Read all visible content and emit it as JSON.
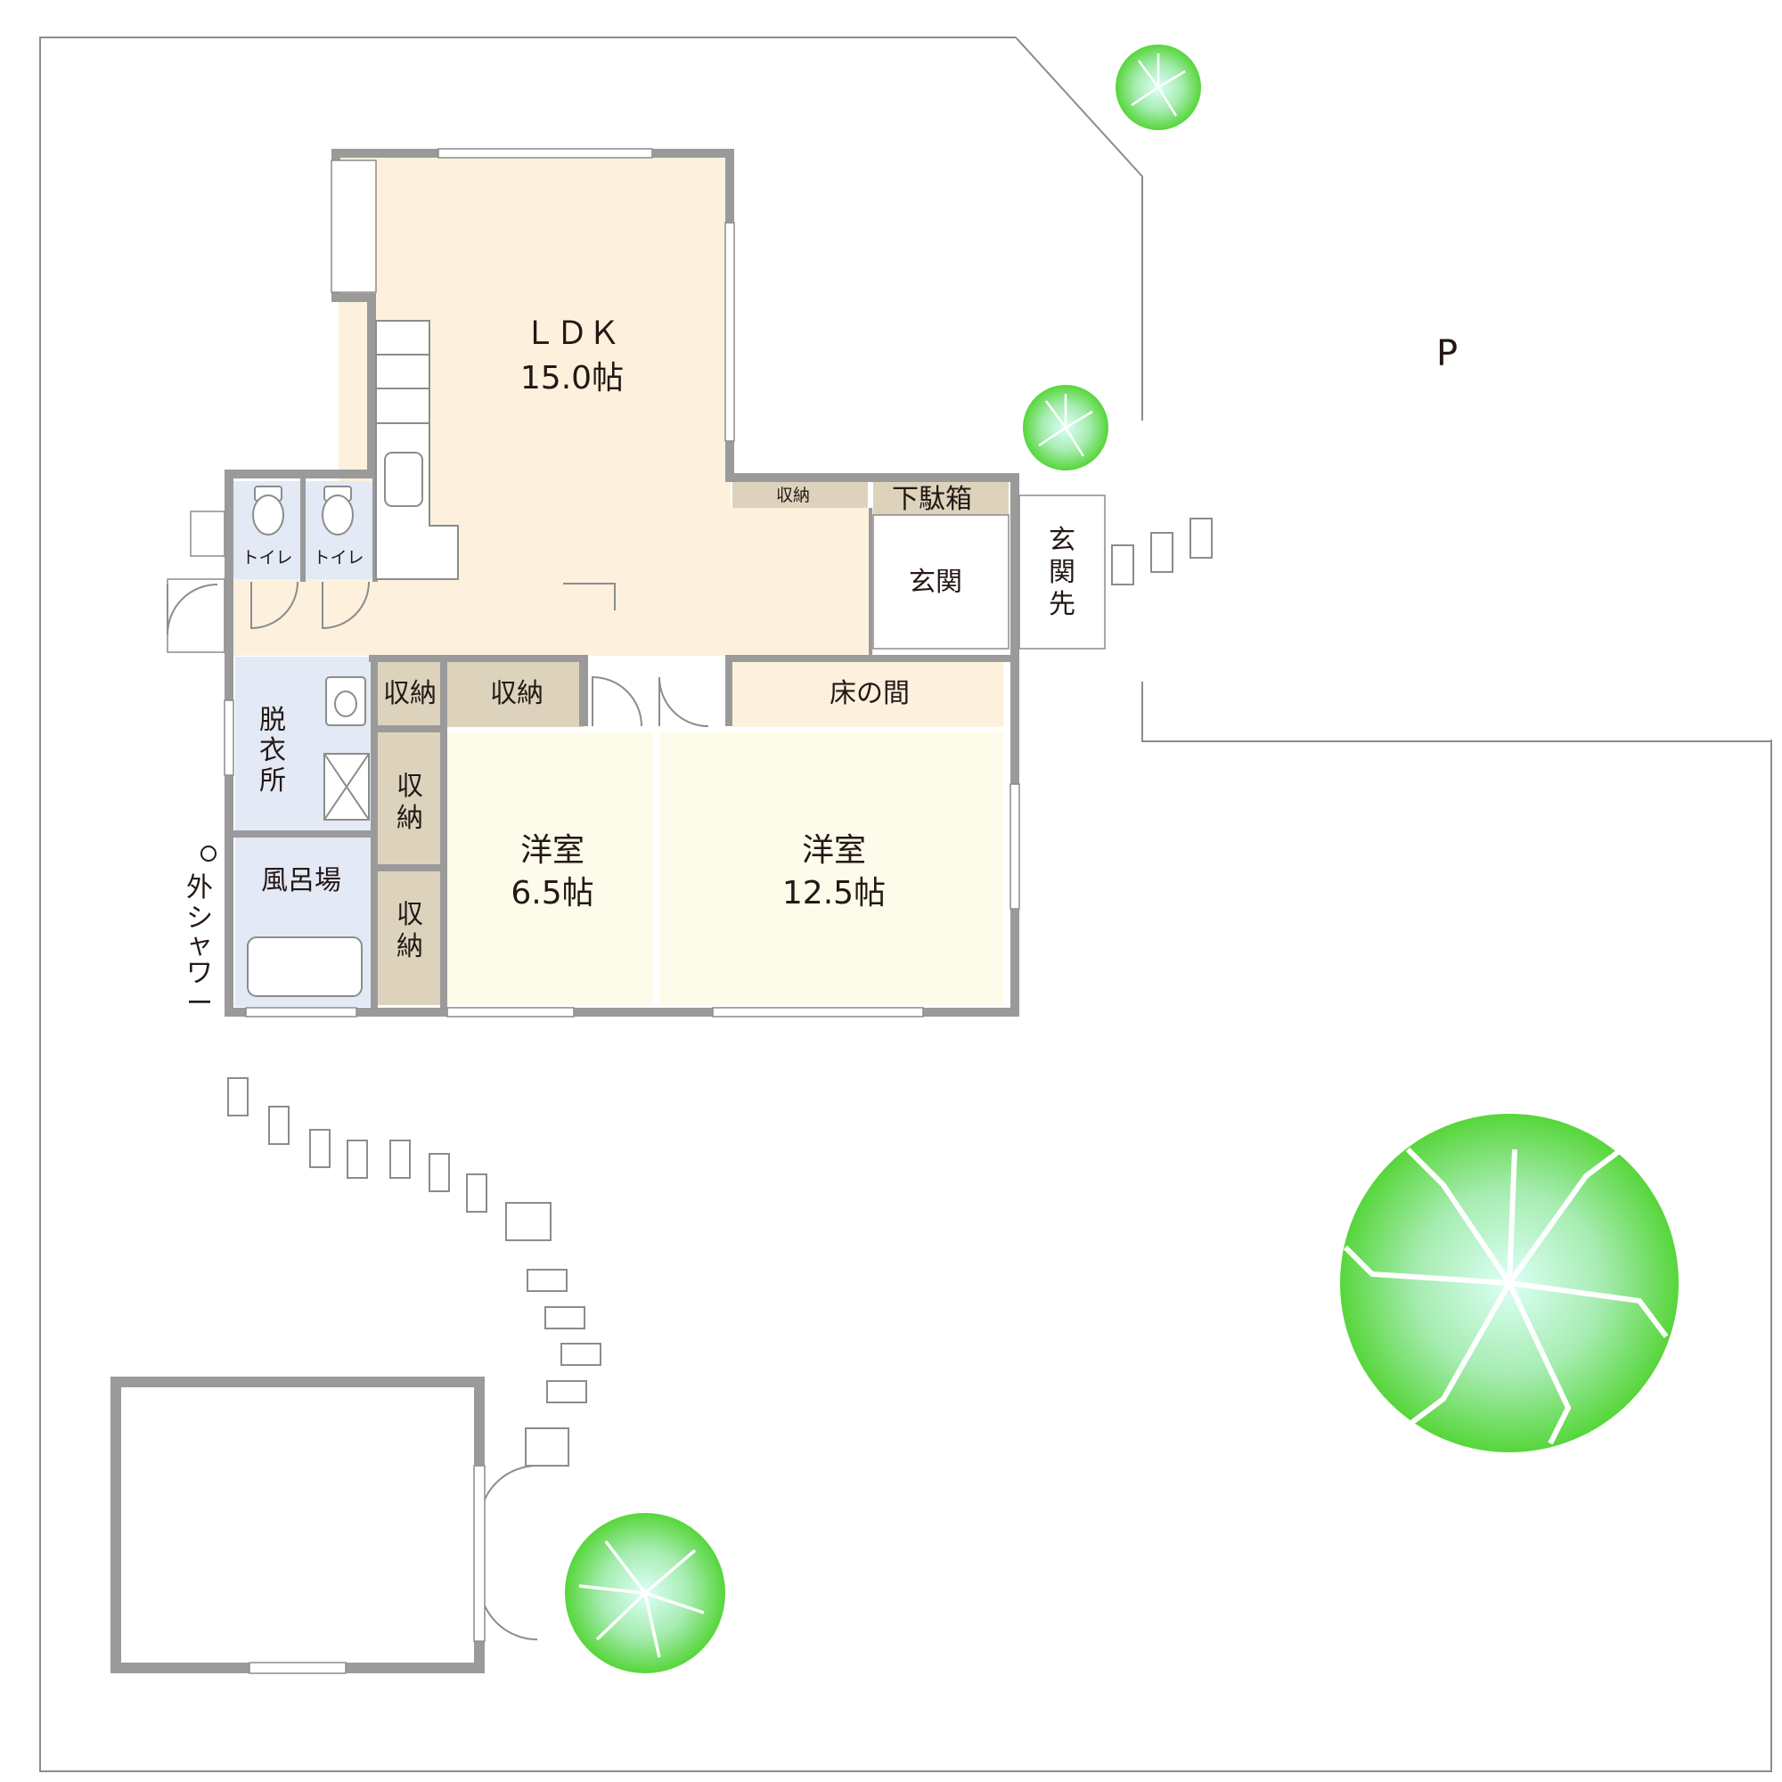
{
  "colors": {
    "wall": "#9a9a9a",
    "ldk_floor": "#fdf1dd",
    "storage_floor": "#ddd3bd",
    "western_floor": "#fdfbea",
    "wet_floor": "#e3e9f5",
    "entrance_floor": "#ffffff",
    "tree_outer": "#57d63b",
    "tree_inner": "#dcfff7",
    "outline": "#8c8c8c"
  },
  "rooms": {
    "ldk_name": "ＬＤＫ",
    "ldk_size": "15.0帖",
    "storage_top": "収納",
    "shoe_box": "下駄箱",
    "genkan": "玄関",
    "genkan_saki": [
      "玄",
      "関",
      "先"
    ],
    "toilet_1": "トイレ",
    "toilet_2": "トイレ",
    "storage_small": "収納",
    "storage_mid": "収納",
    "tokonoma": "床の間",
    "dressing": [
      "脱",
      "衣",
      "所"
    ],
    "storage_side_1": [
      "収",
      "納"
    ],
    "storage_side_2": [
      "収",
      "納"
    ],
    "bathroom": "風呂場",
    "room_1_name": "洋室",
    "room_1_size": "6.5帖",
    "room_2_name": "洋室",
    "room_2_size": "12.5帖",
    "outdoor_shower": [
      "外",
      "シ",
      "ャ",
      "ワ",
      "ー"
    ],
    "parking": "P"
  }
}
